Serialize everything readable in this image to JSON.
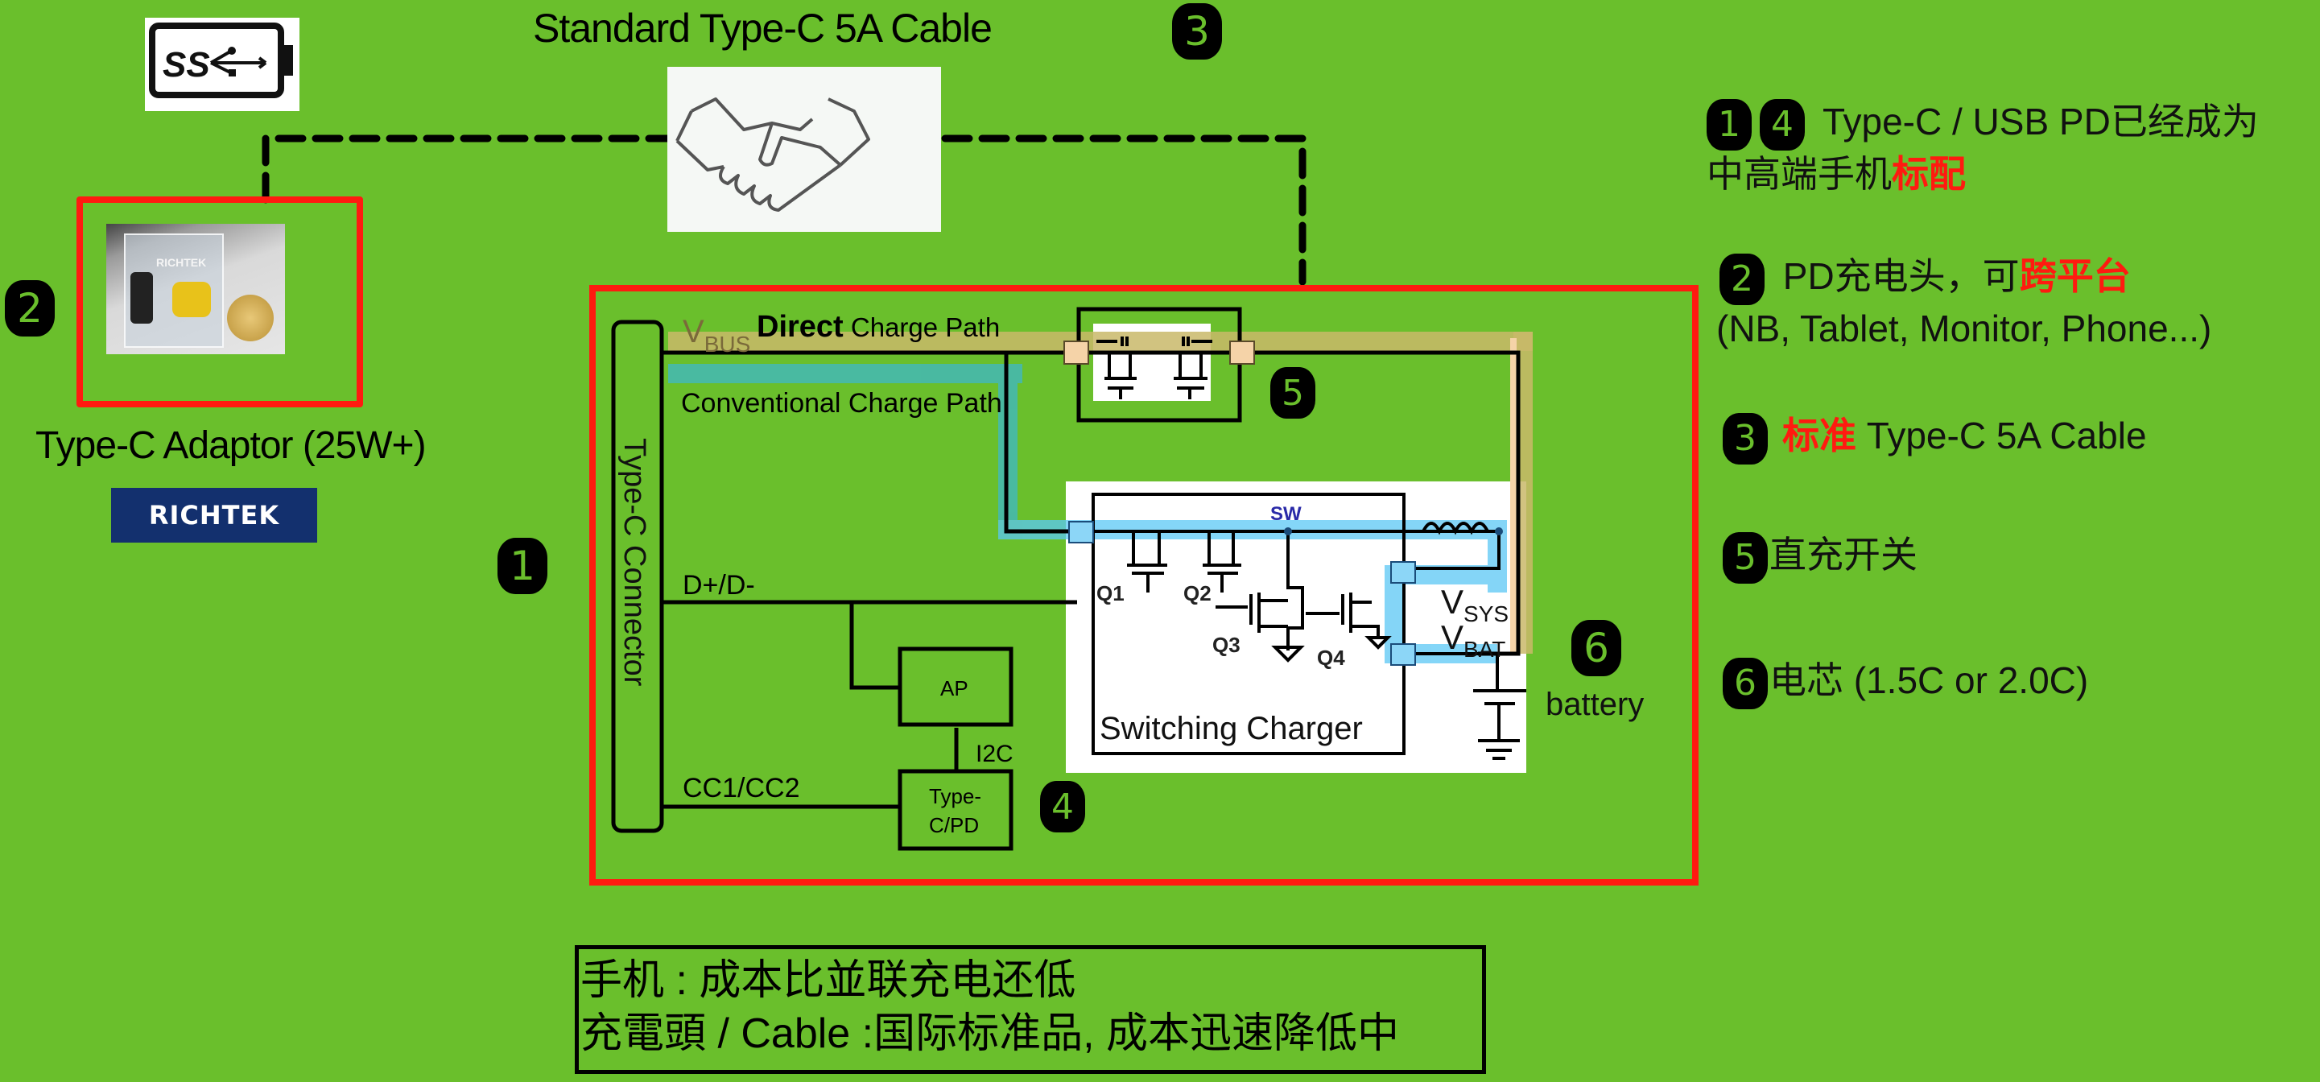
{
  "diagram": {
    "usb_logo_text": "SS",
    "cable_title": "Standard Type-C 5A Cable",
    "adaptor_label": "Type-C Adaptor (25W+)",
    "brand_logo": "RICHTEK",
    "photo_brand_text": "RICHTEK",
    "connector_label": "Type-C Connector",
    "vbus_label": "V",
    "vbus_sub": "BUS",
    "direct_path_bold": "Direct",
    "direct_path_rest": " Charge Path",
    "conventional_path_label": "Conventional Charge Path",
    "dpdm_label": "D+/D-",
    "cc_label": "CC1/CC2",
    "ap_label": "AP",
    "i2c_label": "I2C",
    "typec_pd_label_1": "Type-",
    "typec_pd_label_2": "C/PD",
    "sw_label": "SW",
    "q1": "Q1",
    "q2": "Q2",
    "q3": "Q3",
    "q4": "Q4",
    "vsys_label": "V",
    "vsys_sub": "SYS",
    "vbat_label": "V",
    "vbat_sub": "BAT",
    "charger_label": "Switching Charger",
    "battery_label": "battery",
    "badges": {
      "b1": "1",
      "b2": "2",
      "b3": "3",
      "b4": "4",
      "b5": "5",
      "b6": "6"
    },
    "colors": {
      "background": "#6abf2c",
      "highlight_box": "#ff1a10",
      "direct_path": "#c9b86a",
      "conventional_path": "#5bc8f5",
      "brand_blue": "#13306e"
    }
  },
  "notes": [
    {
      "badges": [
        "1",
        "4"
      ],
      "text_plain": " Type-C / USB PD已经成为",
      "line2_plain": "中高端手机",
      "line2_red": "标配"
    },
    {
      "badges": [
        "2"
      ],
      "text_plain": " PD充电头，可",
      "text_red": "跨平台",
      "line2_plain": "(NB, Tablet, Monitor, Phone...)"
    },
    {
      "badges": [
        "3"
      ],
      "text_red": "标准",
      "text_plain": " Type-C 5A Cable"
    },
    {
      "badges": [
        "5"
      ],
      "text_plain": "直充开关"
    },
    {
      "badges": [
        "6"
      ],
      "text_plain": "电芯 (1.5C or 2.0C)"
    }
  ],
  "summary": {
    "line1": "手机 : 成本比並联充电还低",
    "line2_prefix": "充電頭 / ",
    "line2_bold": "Cable",
    "line2_rest": "  :国际标准品, 成本迅速降低中"
  }
}
